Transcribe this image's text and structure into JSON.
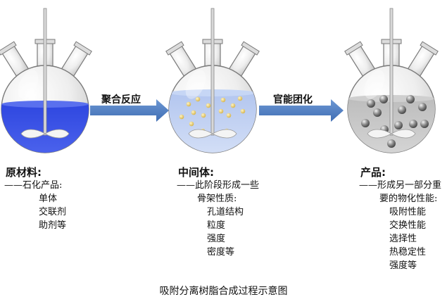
{
  "colors": {
    "glass": "#e6e6e6",
    "glass_edge": "#7a7a7a",
    "liquid_blue": "#3f58e6",
    "liquid_light": "#bcd0f2",
    "liquid_grey": "#c8c8c8",
    "arrow": "#4f7fc1",
    "bead_gold": "#e9d27a",
    "bead_grey": "#6f6f6f"
  },
  "arrows": [
    {
      "label": "聚合反应"
    },
    {
      "label": "官能团化"
    }
  ],
  "stages": [
    {
      "title": "原材料:",
      "lines": [
        "——石化产品:",
        "单体",
        "交联剂",
        "助剂等"
      ]
    },
    {
      "title": "中间体:",
      "lines": [
        "——此阶段形成一些",
        "骨架性质:",
        "孔道结构",
        "粒度",
        "强度",
        "密度等"
      ]
    },
    {
      "title": "产品:",
      "lines": [
        "——形成另一部分重",
        "要的物化性能:",
        "吸附性能",
        "交换性能",
        "选择性",
        "热稳定性",
        "强度等"
      ]
    }
  ],
  "caption": "吸附分离树脂合成过程示意图",
  "icons": [
    "flask-raw-materials-icon",
    "flask-intermediate-icon",
    "flask-product-icon",
    "arrow-right-icon",
    "stirrer-icon"
  ]
}
